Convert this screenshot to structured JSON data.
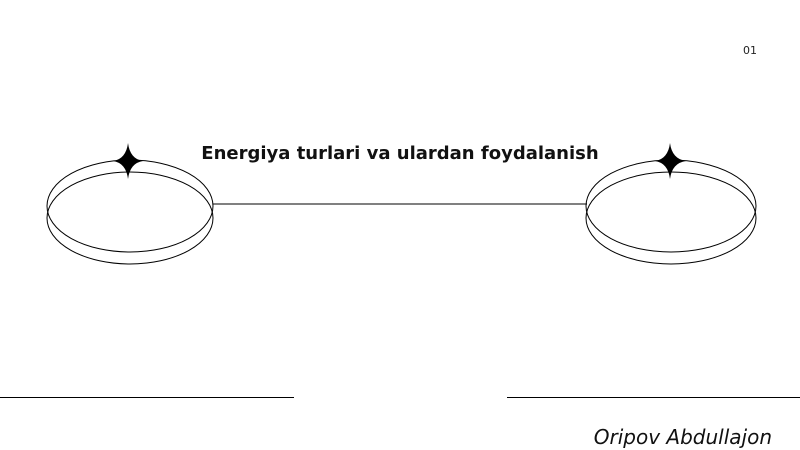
{
  "slide": {
    "page_number": "01",
    "title": "Energiya turlari va ulardan foydalanish",
    "author": "Oripov Abdullajon"
  },
  "colors": {
    "background": "#ffffff",
    "ink": "#000000"
  },
  "icons": [
    "sparkle-star-icon",
    "ring-orbit-icon"
  ]
}
